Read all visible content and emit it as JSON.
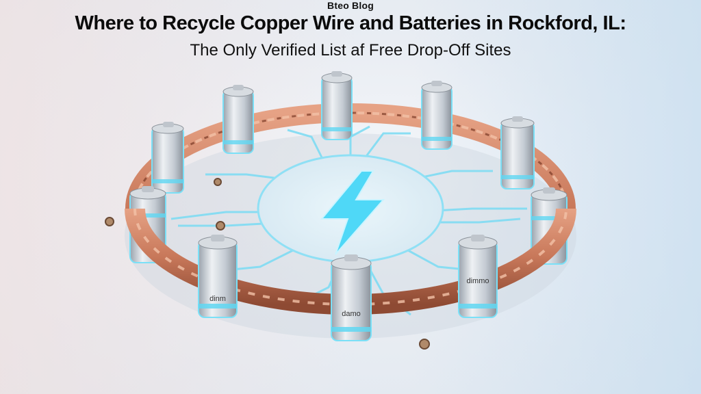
{
  "header": {
    "brand": "Bteo Blog",
    "headline": "Where to Recycle Copper Wire and Batteries in Rockford, IL:",
    "subline": "The Only Verified List af Free Drop-Off Sites"
  },
  "battery_labels": [
    "dinm",
    "damo",
    "dimmo"
  ],
  "colors": {
    "copper": "#c8785a",
    "copper_dark": "#8e4a33",
    "glow": "#5fd7f2",
    "battery_body": "#c9cfd6",
    "bolt": "#4fd8f7"
  },
  "icons": [
    "lightning-bolt-icon",
    "battery-icon",
    "copper-ring"
  ]
}
